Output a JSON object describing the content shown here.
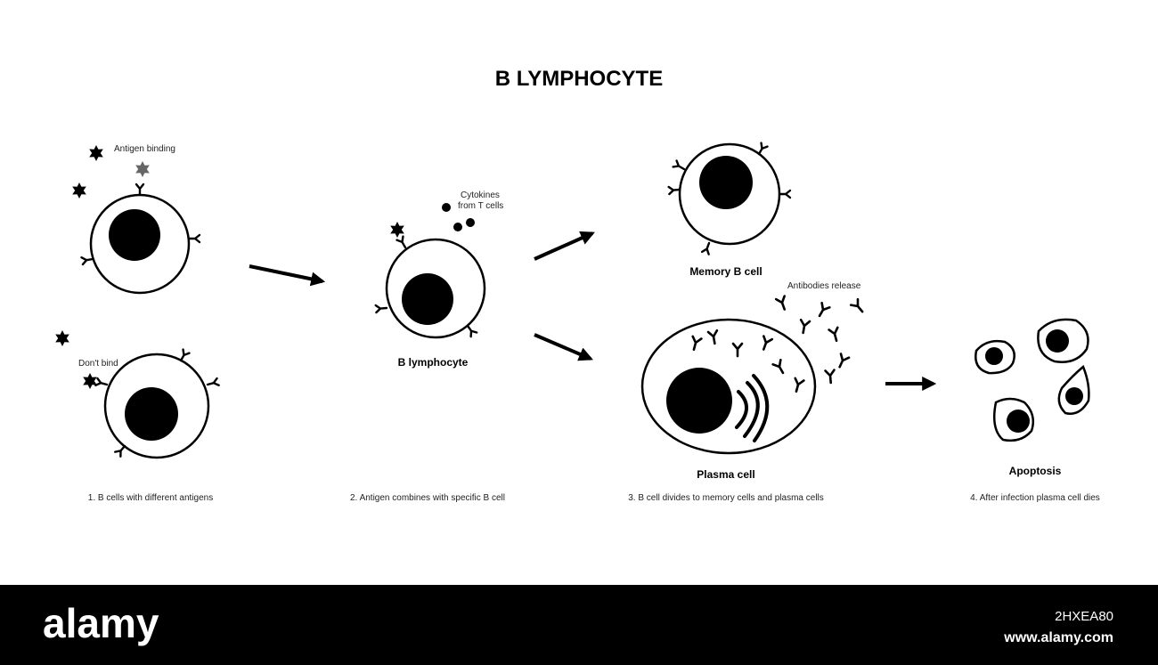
{
  "title": "B LYMPHOCYTE",
  "labels": {
    "antigen_binding": "Antigen binding",
    "dont_bind": "Don't bind",
    "cytokines_line1": "Cytokines",
    "cytokines_line2": "from T cells",
    "b_lymphocyte": "B lymphocyte",
    "memory_b_cell": "Memory B cell",
    "antibodies_release": "Antibodies release",
    "plasma_cell": "Plasma cell",
    "apoptosis": "Apoptosis"
  },
  "steps": [
    "1. B cells with different antigens",
    "2. Antigen combines with specific B cell",
    "3. B cell divides to memory cells and plasma cells",
    "4. After infection plasma cell dies"
  ],
  "banner": {
    "logo": "alamy",
    "image_id": "2HXEA80",
    "url": "www.alamy.com"
  },
  "colors": {
    "ink": "#000000",
    "background": "#ffffff",
    "banner": "#000000"
  }
}
